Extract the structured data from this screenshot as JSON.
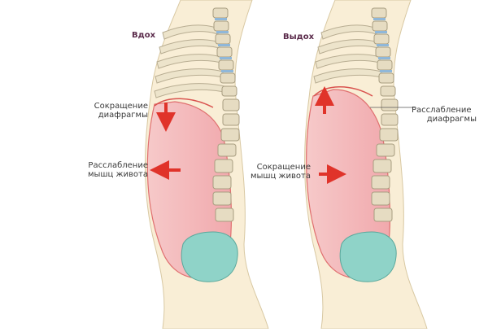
{
  "inhale": {
    "title": "Вдох",
    "diaphragm_label": [
      "Сокращение",
      "диафрагмы"
    ],
    "abs_label": [
      "Расслабление",
      "мышц живота"
    ]
  },
  "exhale": {
    "title": "Выдох",
    "diaphragm_label": [
      "Расслабление",
      "диафрагмы"
    ],
    "abs_label": [
      "Сокращение",
      "мышц живота"
    ]
  },
  "colors": {
    "skin": "#f7e8c8",
    "abdomen": "#f4b8b8",
    "bone": "#e6dcc2",
    "disc": "#8fb7d9",
    "pelvis": "#8fd3c8",
    "arrow": "#e0332a"
  }
}
